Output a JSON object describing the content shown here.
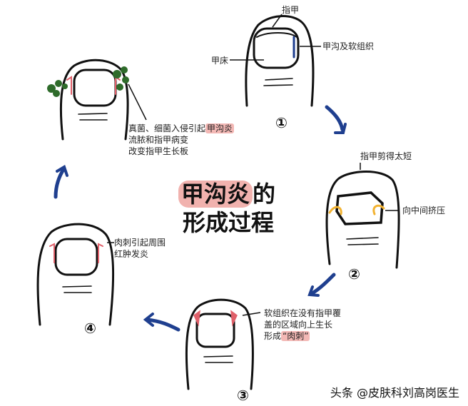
{
  "title": {
    "line1_highlight": "甲沟炎",
    "line1_rest": "的",
    "line2": "形成过程"
  },
  "labels": {
    "nail": "指甲",
    "nail_fold": "甲沟及软组织",
    "nail_bed": "甲床",
    "cut_short": "指甲剪得太短",
    "squeeze": "向中间挤压",
    "soft_tissue_1": "软组织在没有指甲覆",
    "soft_tissue_2": "盖的区域向上生长",
    "soft_tissue_3_pre": "形成",
    "soft_tissue_3_hl": "“肉刺”",
    "hangnail_1": "肉刺引起周围",
    "hangnail_2": "红肿发炎",
    "infection_1_pre": "真菌、细菌入侵引起",
    "infection_1_hl": "甲沟炎",
    "infection_2": "流脓和指甲病变",
    "infection_3": "改变指甲生长板"
  },
  "steps": [
    "①",
    "②",
    "③",
    "④"
  ],
  "watermark": "头条 @皮肤科刘高岗医生",
  "colors": {
    "highlight": "#f3b8b5",
    "arrow": "#1f3f8f",
    "fungus": "#2e6b2a",
    "squeeze_arrow": "#f2b230",
    "redness": "#e0606a"
  }
}
